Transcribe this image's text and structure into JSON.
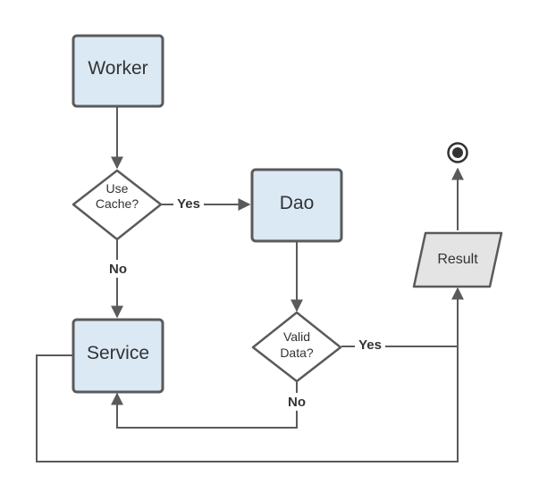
{
  "nodes": {
    "worker": {
      "label": "Worker"
    },
    "use_cache": {
      "line1": "Use",
      "line2": "Cache?"
    },
    "dao": {
      "label": "Dao"
    },
    "service": {
      "label": "Service"
    },
    "valid_data": {
      "line1": "Valid",
      "line2": "Data?"
    },
    "result": {
      "label": "Result"
    }
  },
  "edges": {
    "use_cache_yes": "Yes",
    "use_cache_no": "No",
    "valid_data_yes": "Yes",
    "valid_data_no": "No"
  },
  "colors": {
    "process_fill": "#dbe9f5",
    "io_fill": "#e4e4e4",
    "stroke": "#5a5a5a",
    "text": "#333333"
  }
}
